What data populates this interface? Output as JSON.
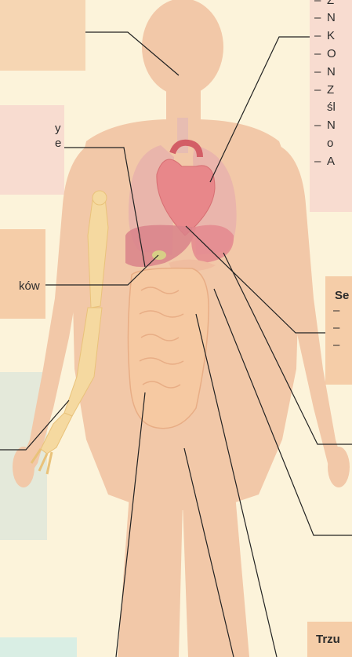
{
  "labels": {
    "liver_line1": "y",
    "liver_line2": "e",
    "bile_text": "ków",
    "heart_heading": "Se",
    "bottom_right_heading": "Trzu"
  },
  "lungs_list": [
    {
      "dash": "–",
      "text": "Z"
    },
    {
      "dash": "–",
      "text": "N"
    },
    {
      "dash": "–",
      "text": "K"
    },
    {
      "dash": "–",
      "text": "O"
    },
    {
      "dash": "–",
      "text": "N"
    },
    {
      "dash": "–",
      "text": "Z"
    },
    {
      "dash": "",
      "text": "śl"
    },
    {
      "dash": "–",
      "text": "N"
    },
    {
      "dash": "",
      "text": "o"
    },
    {
      "dash": "–",
      "text": "A"
    }
  ],
  "heart_list": [
    {
      "dash": "–"
    },
    {
      "dash": "–"
    },
    {
      "dash": "–"
    }
  ],
  "colors": {
    "background": "#fcf3da",
    "silhouette": "#f2c8a8",
    "organ_red": "#e8878a",
    "bone": "#f5d9a0",
    "leader_line": "#222222"
  }
}
